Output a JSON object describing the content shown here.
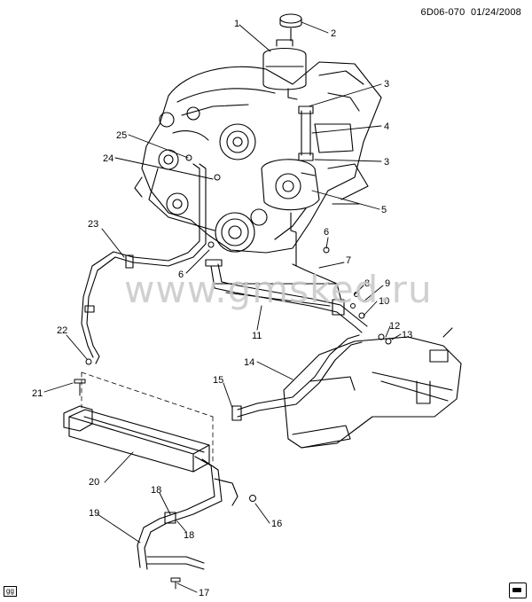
{
  "header": {
    "code": "6D06-070",
    "date": "01/24/2008"
  },
  "watermark": "www.gmsked.ru",
  "corner_label": "gg",
  "callouts": [
    {
      "id": "c1",
      "label": "1"
    },
    {
      "id": "c2",
      "label": "2"
    },
    {
      "id": "c3a",
      "label": "3"
    },
    {
      "id": "c4",
      "label": "4"
    },
    {
      "id": "c3b",
      "label": "3"
    },
    {
      "id": "c5",
      "label": "5"
    },
    {
      "id": "c25",
      "label": "25"
    },
    {
      "id": "c24",
      "label": "24"
    },
    {
      "id": "c23",
      "label": "23"
    },
    {
      "id": "c6a",
      "label": "6"
    },
    {
      "id": "c6b",
      "label": "6"
    },
    {
      "id": "c7",
      "label": "7"
    },
    {
      "id": "c8",
      "label": "8"
    },
    {
      "id": "c9",
      "label": "9"
    },
    {
      "id": "c10",
      "label": "10"
    },
    {
      "id": "c11",
      "label": "11"
    },
    {
      "id": "c12",
      "label": "12"
    },
    {
      "id": "c13",
      "label": "13"
    },
    {
      "id": "c22",
      "label": "22"
    },
    {
      "id": "c14",
      "label": "14"
    },
    {
      "id": "c15",
      "label": "15"
    },
    {
      "id": "c21",
      "label": "21"
    },
    {
      "id": "c20",
      "label": "20"
    },
    {
      "id": "c18a",
      "label": "18"
    },
    {
      "id": "c18b",
      "label": "18"
    },
    {
      "id": "c19",
      "label": "19"
    },
    {
      "id": "c16",
      "label": "16"
    },
    {
      "id": "c17",
      "label": "17"
    }
  ],
  "colors": {
    "line": "#000000",
    "watermark": "#c8c8c8",
    "background": "#ffffff"
  }
}
